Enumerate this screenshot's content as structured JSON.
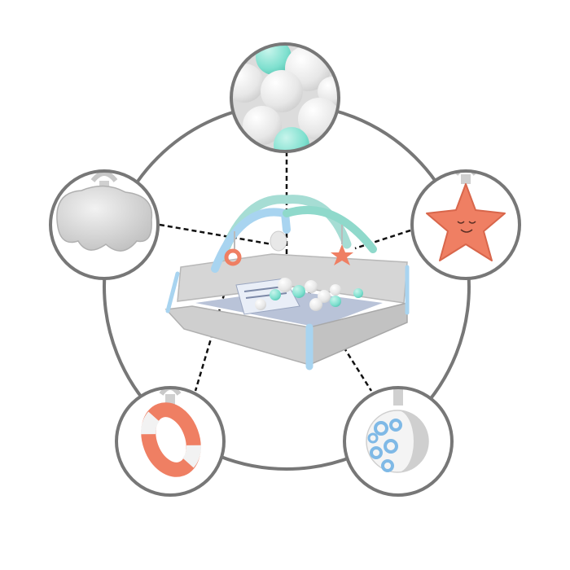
{
  "scene": {
    "subject": "baby-play-gym-with-ball-pit",
    "features": [
      {
        "id": "balls",
        "icon": "ball-pit-balls"
      },
      {
        "id": "cloud",
        "icon": "cloud-toy"
      },
      {
        "id": "star",
        "icon": "star-toy"
      },
      {
        "id": "ring",
        "icon": "lifebuoy-ring-toy"
      },
      {
        "id": "ball",
        "icon": "fabric-ball-toy"
      }
    ],
    "colors": {
      "ring": "#777777",
      "mint": "#7fe0cf",
      "sky": "#a8d4f0",
      "coral": "#ef7f63",
      "mat": "#c9c9c9",
      "leader": "#111111"
    }
  }
}
